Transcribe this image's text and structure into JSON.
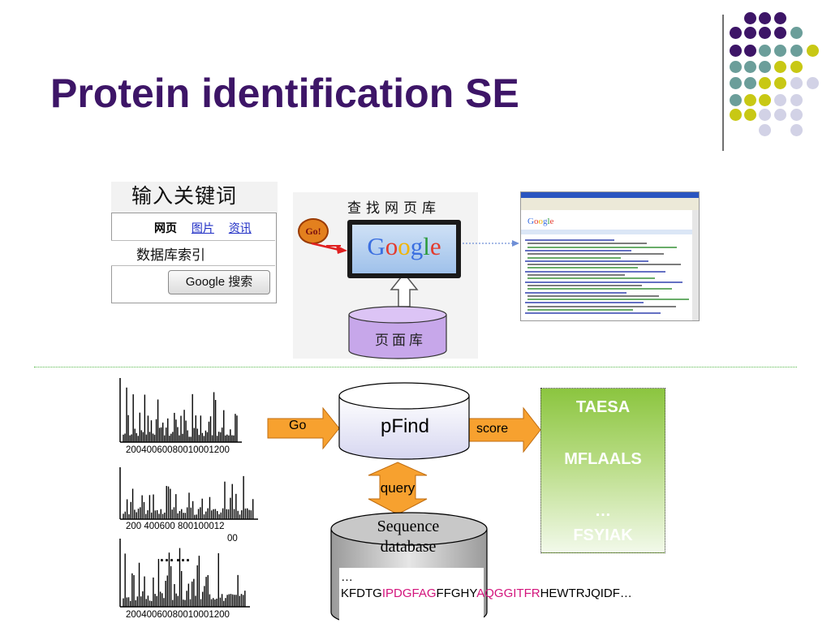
{
  "slide": {
    "title": "Protein identification SE"
  },
  "colors": {
    "title": "#3d1567",
    "dot_purple": "#3d1567",
    "dot_teal": "#6b9e9a",
    "dot_yellow": "#c8c814",
    "dot_lavender": "#d2d2e6",
    "arrow_orange": "#f7a12f",
    "highlight_pink": "#d3147c",
    "results_green": "#8bc53f"
  },
  "search_example": {
    "caption": "输入关键词",
    "tabs": [
      "网页",
      "图片",
      "资讯"
    ],
    "query": "数据库索引",
    "button": "Google 搜索",
    "go_badge": "Go!"
  },
  "engine_example": {
    "caption": "查找网页库",
    "logo": "Google",
    "database_caption": "页面库",
    "results_logo": "Google"
  },
  "spectra": {
    "axis_labels": [
      [
        "200",
        "400",
        "600",
        "800",
        "1000",
        "1200"
      ],
      [
        "200",
        "400",
        "600",
        "800",
        "1000",
        "12",
        "00"
      ],
      [
        "200",
        "400",
        "600",
        "800",
        "1000",
        "1200"
      ]
    ],
    "ellipsis": "……"
  },
  "pipeline": {
    "go_label": "Go",
    "engine_name": "pFind",
    "score_label": "score",
    "query_label": "query",
    "database_name": "Sequence database",
    "database_line1": "Sequence",
    "database_line2": "database",
    "sequence_segments": [
      {
        "text": "…KFDTG",
        "highlight": false
      },
      {
        "text": "IPDGFA",
        "highlight": true
      },
      {
        "text": "G",
        "highlight": true
      },
      {
        "text": "FFGHY",
        "highlight": false
      },
      {
        "text": "AQGGITF",
        "highlight": true
      },
      {
        "text": "R",
        "highlight": true
      },
      {
        "text": "HEWTRJQIDF…",
        "highlight": false
      }
    ]
  },
  "results": {
    "peptides": [
      "TAESA",
      "MFLAALS",
      "…",
      "FSYIAK"
    ]
  }
}
